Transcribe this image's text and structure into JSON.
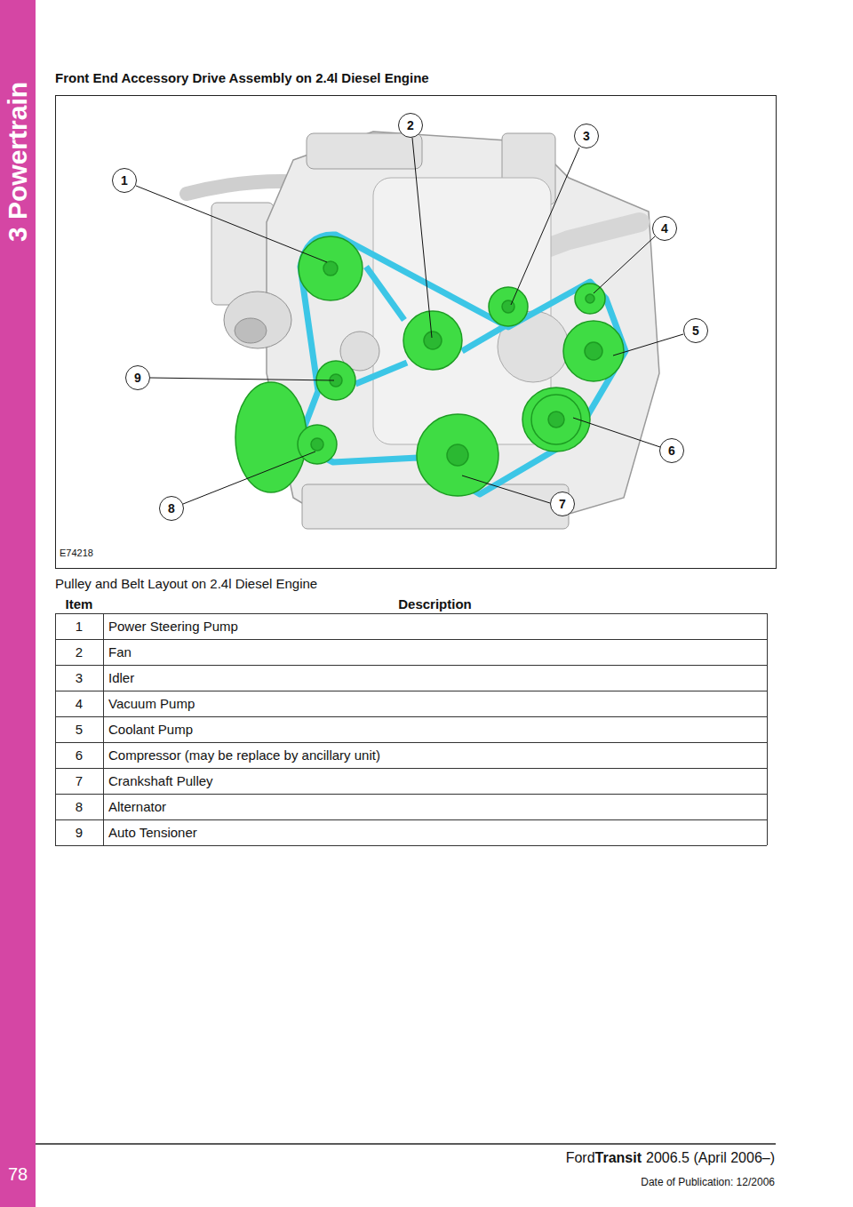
{
  "diagram": {
    "title": "Front End Accessory Drive Assembly on 2.4l Diesel Engine",
    "caption": "Pulley and Belt Layout on 2.4l Diesel Engine",
    "nodes": [
      {
        "text": [
          "1"
        ]
      },
      {
        "text": [
          "2"
        ]
      },
      {
        "text": [
          "3"
        ]
      },
      {
        "text": [
          "4"
        ]
      },
      {
        "text": [
          "5"
        ]
      },
      {
        "text": [
          "6"
        ]
      },
      {
        "text": [
          "7"
        ]
      },
      {
        "text": [
          "8"
        ]
      },
      {
        "text": [
          "9"
        ]
      }
    ],
    "labels": [
      "3 Powertrain",
      "E74218",
      "Item",
      "Description",
      "1",
      "Power Steering Pump",
      "2",
      "Fan",
      "3",
      "Idler",
      "4",
      "Vacuum Pump",
      "5",
      "Coolant Pump",
      "6",
      "Compressor (may be replace by ancillary unit)",
      "7",
      "Crankshaft Pulley",
      "8",
      "Alternator",
      "9",
      "Auto Tensioner",
      "Ford",
      "Transit",
      "2006.5 (April 2006–)",
      "Date of Publication: 12/2006",
      "78"
    ]
  }
}
